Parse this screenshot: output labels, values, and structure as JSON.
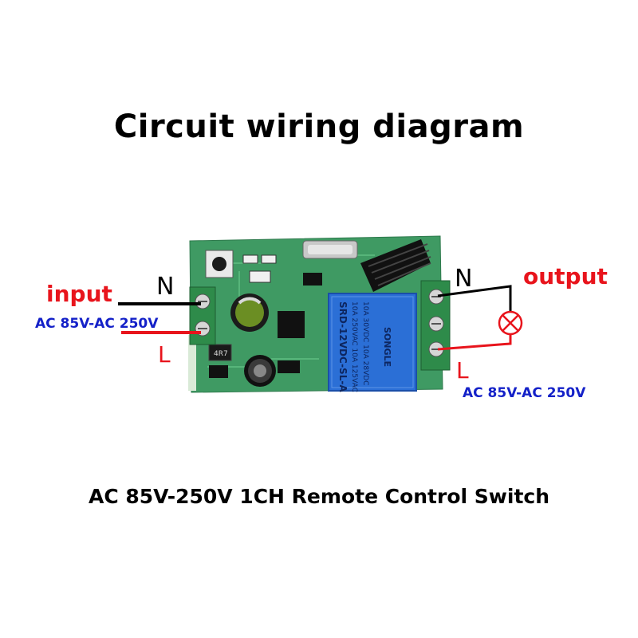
{
  "title": "Circuit wiring diagram",
  "caption": "AC 85V-250V 1CH Remote Control Switch",
  "input": {
    "label": "input",
    "voltage": "AC 85V-AC 250V",
    "n_label": "N",
    "l_label": "L"
  },
  "output": {
    "label": "output",
    "voltage": "AC 85V-AC 250V",
    "n_label": "N",
    "l_label": "L"
  },
  "relay": {
    "brand": "SONGLE",
    "model": "SRD-12VDC-SL-A",
    "rating_1": "10A 250VAC 10A 125VAC",
    "rating_2": "10A 30VDC 10A 28VDC"
  },
  "pcb": {
    "inductor_mark": "4R7"
  },
  "colors": {
    "red": "#e8141c",
    "blue": "#1421c8",
    "pcb_green": "#3f9a63",
    "terminal_green": "#2e8b4a",
    "relay_blue": "#2b6fd6"
  }
}
